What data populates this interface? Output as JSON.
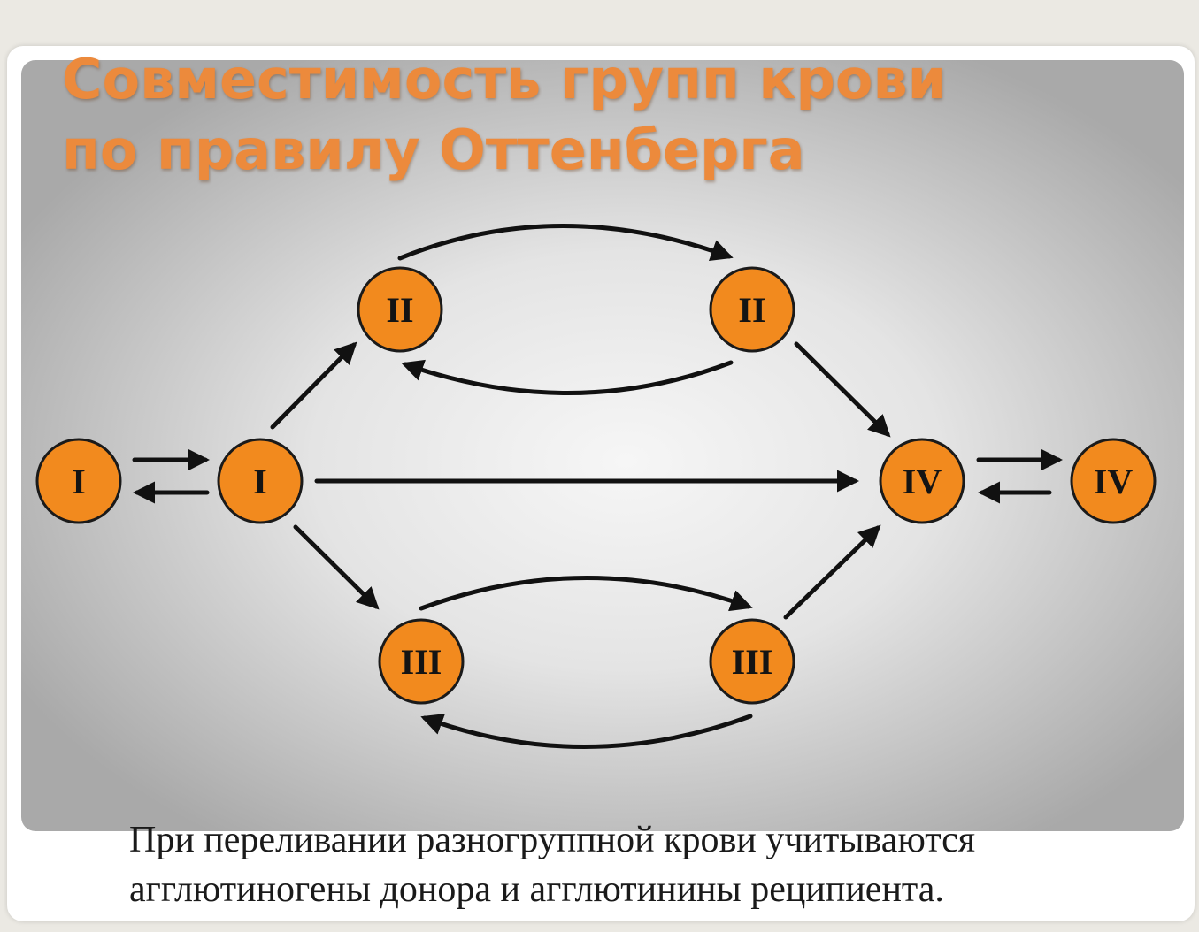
{
  "title": {
    "line1": "Совместимость групп крови",
    "line2": "по правилу Оттенберга"
  },
  "diagram": {
    "nodes": [
      {
        "id": "I_a",
        "label": "I"
      },
      {
        "id": "I_b",
        "label": "I"
      },
      {
        "id": "II_a",
        "label": "II"
      },
      {
        "id": "II_b",
        "label": "II"
      },
      {
        "id": "III_a",
        "label": "III"
      },
      {
        "id": "III_b",
        "label": "III"
      },
      {
        "id": "IV_a",
        "label": "IV"
      },
      {
        "id": "IV_b",
        "label": "IV"
      }
    ],
    "edges": [
      {
        "from": "I_a",
        "to": "I_b"
      },
      {
        "from": "I_b",
        "to": "I_a"
      },
      {
        "from": "I_b",
        "to": "II_a"
      },
      {
        "from": "I_b",
        "to": "III_a"
      },
      {
        "from": "I_b",
        "to": "IV_a"
      },
      {
        "from": "II_a",
        "to": "II_b"
      },
      {
        "from": "II_b",
        "to": "II_a"
      },
      {
        "from": "II_b",
        "to": "IV_a"
      },
      {
        "from": "III_a",
        "to": "III_b"
      },
      {
        "from": "III_b",
        "to": "III_a"
      },
      {
        "from": "III_b",
        "to": "IV_a"
      },
      {
        "from": "IV_a",
        "to": "IV_b"
      },
      {
        "from": "IV_b",
        "to": "IV_a"
      }
    ],
    "colors": {
      "node_fill": "#f28a1e",
      "node_stroke": "#1a1a1a",
      "arrow": "#111111",
      "title": "#ec8a3c"
    }
  },
  "caption": {
    "line1": "При переливании разногруппной крови учитываются",
    "line2": "агглютиногены донора и агглютинины реципиента."
  }
}
